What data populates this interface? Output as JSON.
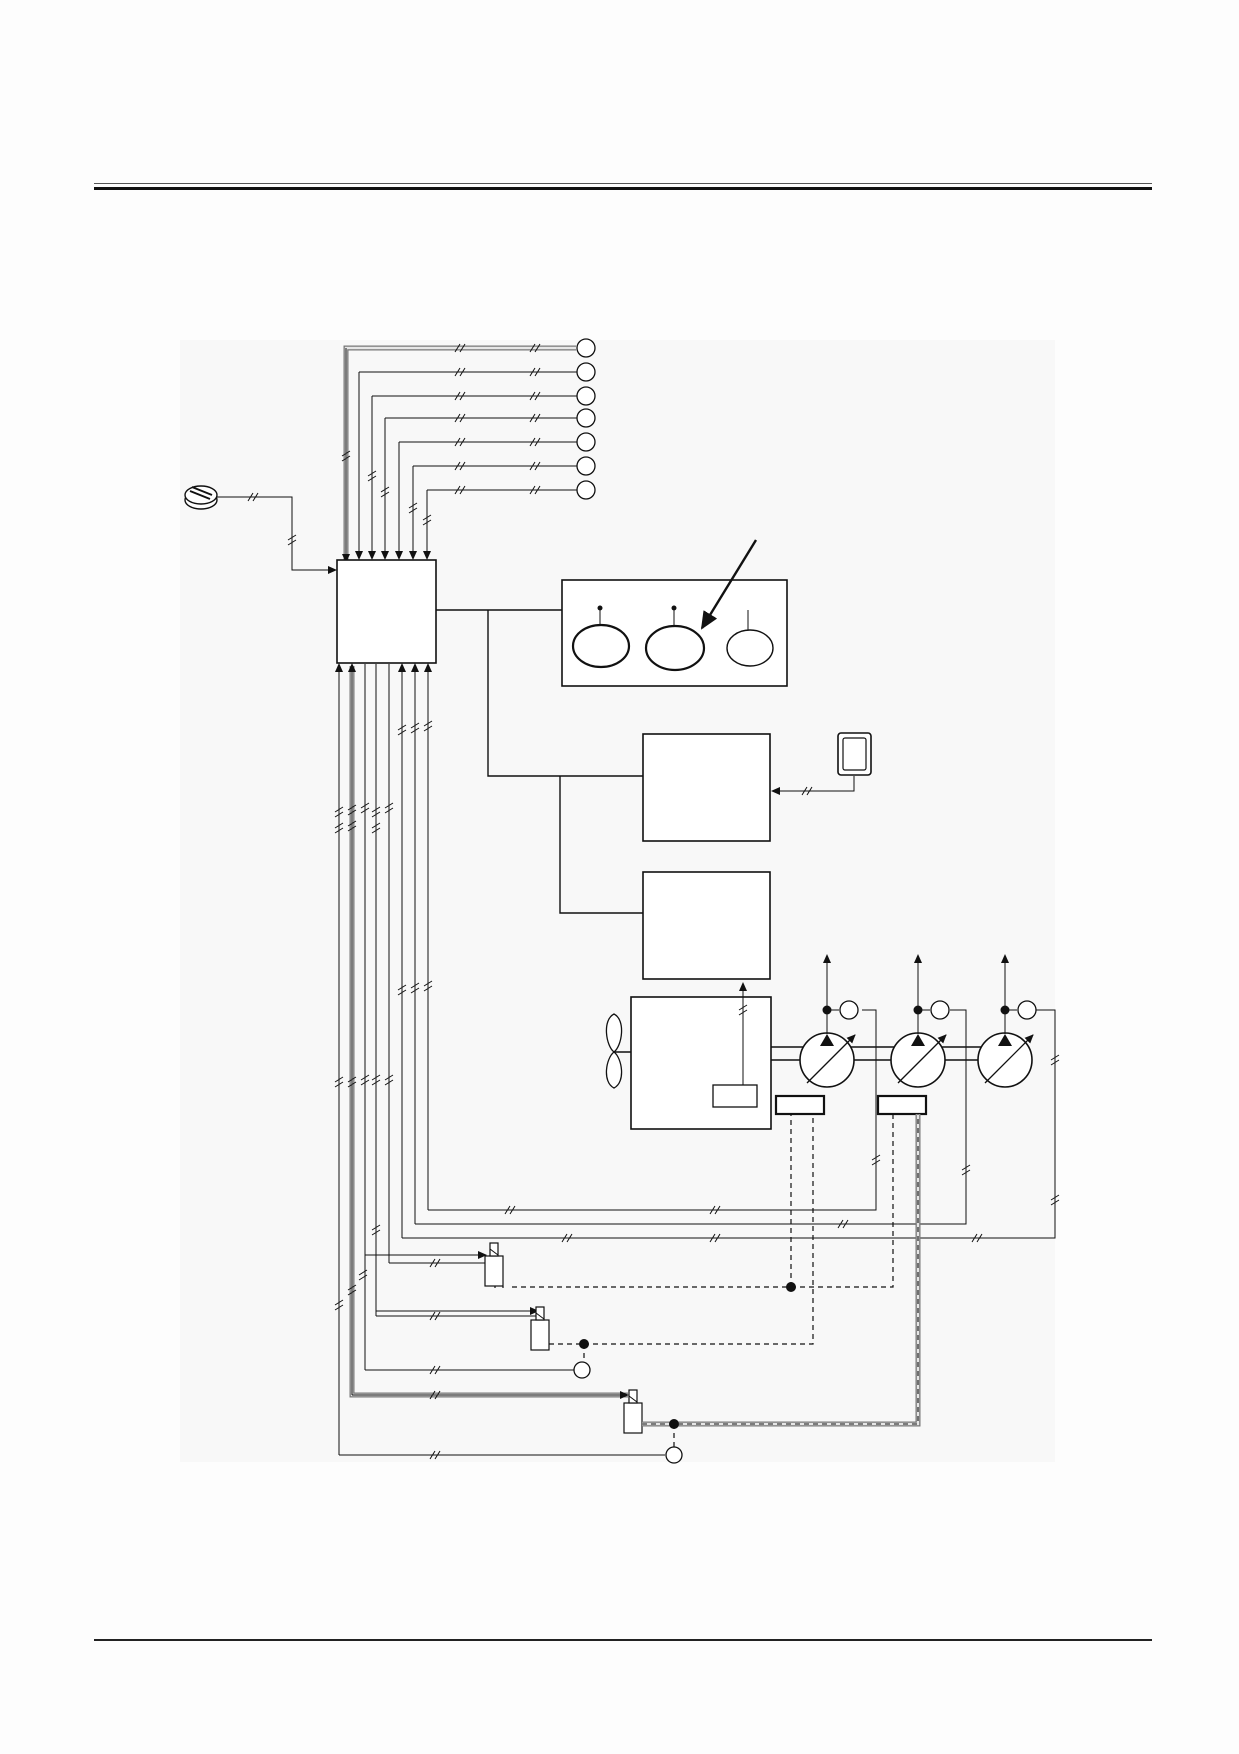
{
  "page": {
    "header_rule": true,
    "footer_rule": true
  },
  "diagram": {
    "labels": [],
    "components": [
      "mode-selector-dial",
      "controller-box",
      "monitor-panel",
      "gauge-left",
      "gauge-center",
      "gauge-right",
      "engine-controller-box",
      "accel-dial",
      "governor-box",
      "engine-block",
      "cooling-fan",
      "pump-1",
      "pump-2",
      "pump-3",
      "solenoid-valve-1",
      "solenoid-valve-2",
      "solenoid-valve-3",
      "pressure-sensors"
    ],
    "colors": {
      "line": "#111111",
      "panel": "#f8f8f8",
      "highlight_wire": "#777777"
    }
  }
}
